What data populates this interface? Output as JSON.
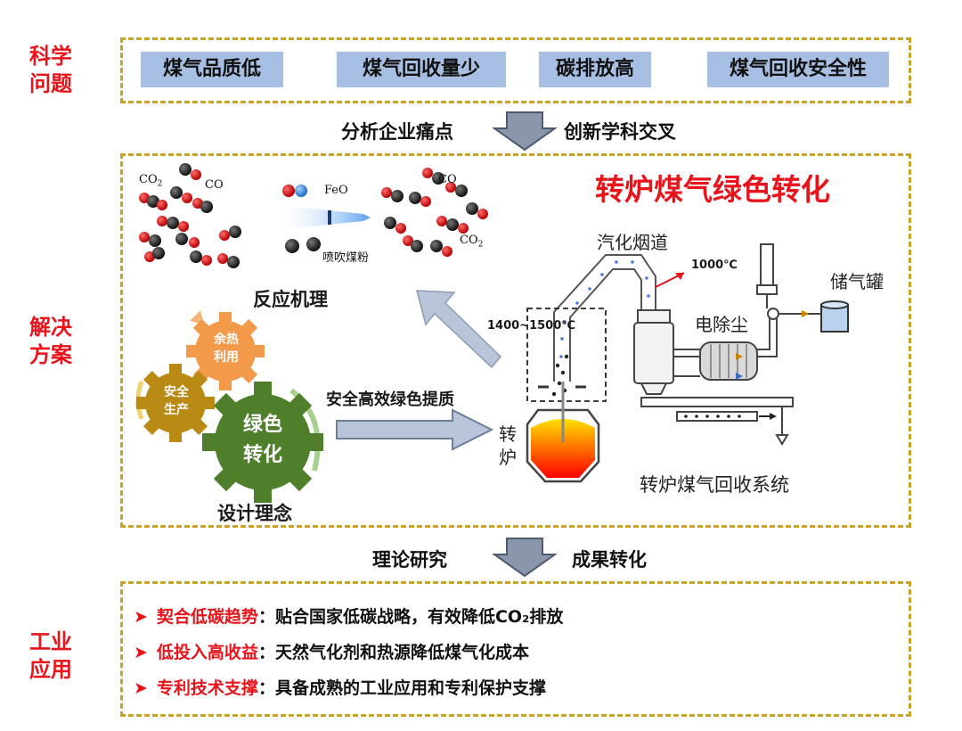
{
  "side_labels": {
    "science": "科学\n问题",
    "solution": "解决\n方案",
    "industry": "工业\n应用"
  },
  "problems": [
    "煤气品质低",
    "煤气回收量少",
    "碳排放高",
    "煤气回收安全性"
  ],
  "flow1": {
    "left": "分析企业痛点",
    "right": "创新学科交叉"
  },
  "flow2": {
    "left": "理论研究",
    "right": "成果转化"
  },
  "solution": {
    "title": "转炉煤气绿色转化",
    "mechanism_title": "反应机理",
    "molecules": {
      "co2_left": "CO",
      "co2_left_sub": "2",
      "co_left": "CO",
      "feo": "FeO",
      "coal_powder": "喷吹煤粉",
      "co_right": "CO",
      "co2_right": "CO",
      "co2_right_sub": "2"
    },
    "gears": {
      "waste_heat": "余热\n利用",
      "safety": "安全\n生产",
      "green": "绿色\n转化"
    },
    "design_title": "设计理念",
    "arrow_label": "安全高效绿色提质",
    "system": {
      "flue": "汽化烟道",
      "temp_high": "1000℃",
      "temp_range": "1400~1500℃",
      "dust": "电除尘",
      "tank": "储气罐",
      "converter": "转\n炉",
      "system_name": "转炉煤气回收系统"
    }
  },
  "applications": [
    {
      "key": "契合低碳趋势",
      "text": "：贴合国家低碳战略，有效降低CO₂排放"
    },
    {
      "key": "低投入高收益",
      "text": "：天然气化剂和热源降低煤气化成本"
    },
    {
      "key": "专利技术支撑",
      "text": "：具备成熟的工业应用和专利保护支撑"
    }
  ],
  "colors": {
    "accent_red": "#e8141b",
    "dash_gold": "#c9a227",
    "problem_blue": "#a7bfe2",
    "arrow_gray": "#7f8fa6"
  },
  "icons": {
    "bullet": "➤"
  }
}
